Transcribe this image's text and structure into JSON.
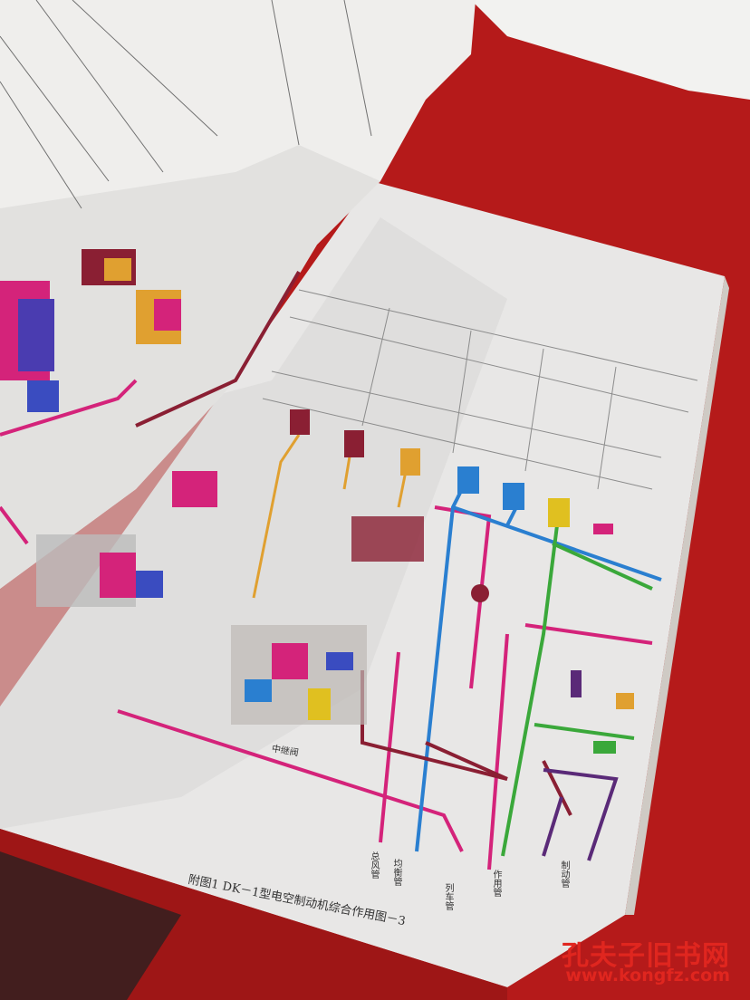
{
  "caption": "附图1  DK－1型电空制动机综合作用图－3",
  "pipe_labels": {
    "total_wind_pipe": "总风管",
    "train_pipe": "列车管",
    "brake_pipe": "制动管",
    "work_pipe": "作用管",
    "balance_pipe": "均衡管"
  },
  "component_label": "中继阀",
  "watermark": {
    "site_name": "孔夫子旧书网",
    "url": "www.kongfz.com"
  },
  "colors": {
    "background": "#b51a1a",
    "paper": "#ecebea",
    "magenta": "#d4237a",
    "blue": "#2a7fd0",
    "green": "#3aa83a",
    "orange": "#e0a030",
    "purple": "#5a2a78",
    "maroon": "#8a1f33",
    "watermark": "#e0261f"
  }
}
